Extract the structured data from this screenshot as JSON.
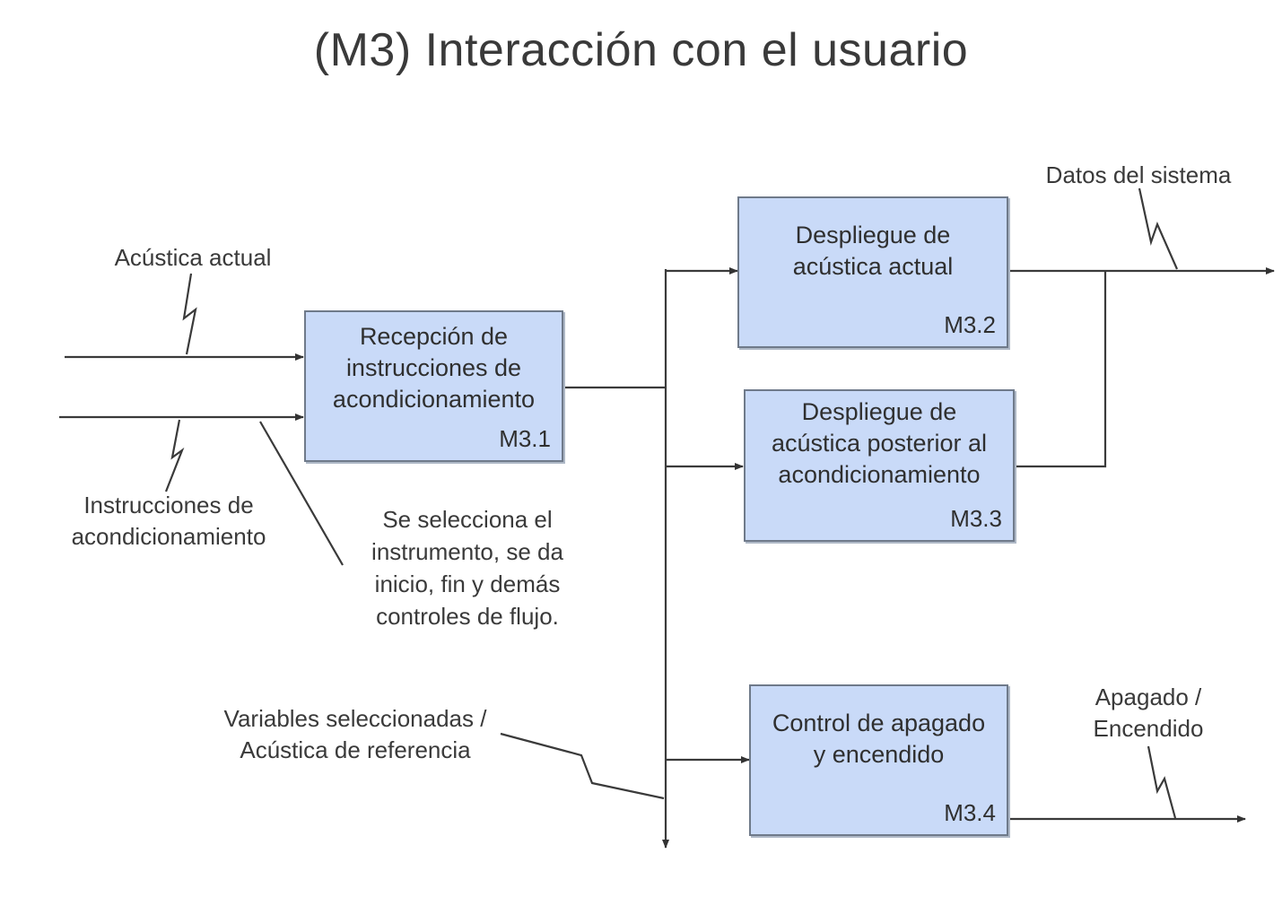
{
  "title": "(M3) Interacción con el usuario",
  "boxes": {
    "m31": {
      "label": "Recepción de\ninstrucciones de\nacondicionamiento",
      "code": "M3.1"
    },
    "m32": {
      "label": "Despliegue de\nacústica actual",
      "code": "M3.2"
    },
    "m33": {
      "label": "Despliegue de\nacústica posterior al\nacondicionamiento",
      "code": "M3.3"
    },
    "m34": {
      "label": "Control de apagado\ny encendido",
      "code": "M3.4"
    }
  },
  "labels": {
    "acustica_actual": "Acústica actual",
    "instrucciones": "Instrucciones de\nacondicionamiento",
    "nota": "Se selecciona el\ninstrumento, se da\ninicio, fin y demás\ncontroles de flujo.",
    "variables": "Variables seleccionadas /\nAcústica de referencia",
    "datos_sistema": "Datos del sistema",
    "apagado": "Apagado /\nEncendido"
  },
  "colors": {
    "box_fill": "#c9daf8",
    "box_border": "#6f7a8a",
    "line": "#3a3a3a"
  }
}
